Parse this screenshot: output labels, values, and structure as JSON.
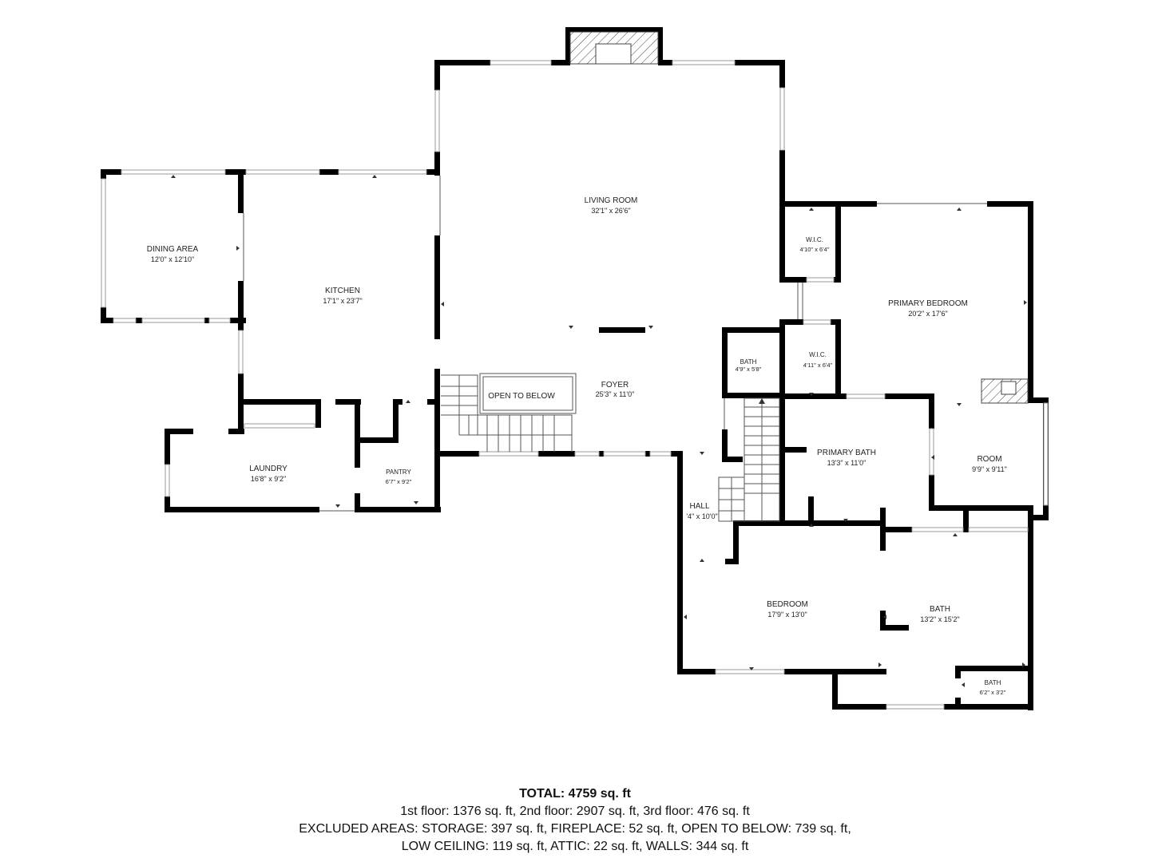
{
  "rooms": {
    "living_room": {
      "name": "LIVING ROOM",
      "dim": "32'1\" x 26'6\""
    },
    "dining_area": {
      "name": "DINING AREA",
      "dim": "12'0\" x 12'10\""
    },
    "kitchen": {
      "name": "KITCHEN",
      "dim": "17'1\" x 23'7\""
    },
    "laundry": {
      "name": "LAUNDRY",
      "dim": "16'8\" x 9'2\""
    },
    "pantry": {
      "name": "PANTRY",
      "dim": "6'7\" x 9'2\""
    },
    "foyer": {
      "name": "FOYER",
      "dim": "25'3\" x 11'0\""
    },
    "open_to_below": {
      "name": "OPEN TO BELOW"
    },
    "hall": {
      "name": "HALL",
      "dim": "'4\" x 10'0\""
    },
    "bath_small": {
      "name": "BATH",
      "dim": "4'9\" x 5'8\""
    },
    "wic_upper": {
      "name": "W.I.C.",
      "dim": "4'10\" x 6'4\""
    },
    "wic_lower": {
      "name": "W.I.C.",
      "dim": "4'11\" x 6'4\""
    },
    "primary_bedroom": {
      "name": "PRIMARY BEDROOM",
      "dim": "20'2\" x 17'6\""
    },
    "primary_bath": {
      "name": "PRIMARY BATH",
      "dim": "13'3\" x 11'0\""
    },
    "room": {
      "name": "ROOM",
      "dim": "9'9\" x 9'11\""
    },
    "bedroom": {
      "name": "BEDROOM",
      "dim": "17'9\" x 13'0\""
    },
    "bath_large": {
      "name": "BATH",
      "dim": "13'2\" x 15'2\""
    },
    "bath_tiny": {
      "name": "BATH",
      "dim": "6'2\" x 3'2\""
    }
  },
  "summary": {
    "total": "TOTAL: 4759 sq. ft",
    "line1": "1st floor: 1376 sq. ft, 2nd floor: 2907 sq. ft, 3rd floor: 476 sq. ft",
    "line2": "EXCLUDED AREAS: STORAGE: 397 sq. ft, FIREPLACE: 52 sq. ft, OPEN TO BELOW: 739 sq. ft,",
    "line3": "LOW CEILING: 119 sq. ft, ATTIC: 22 sq. ft, WALLS: 344 sq. ft"
  }
}
